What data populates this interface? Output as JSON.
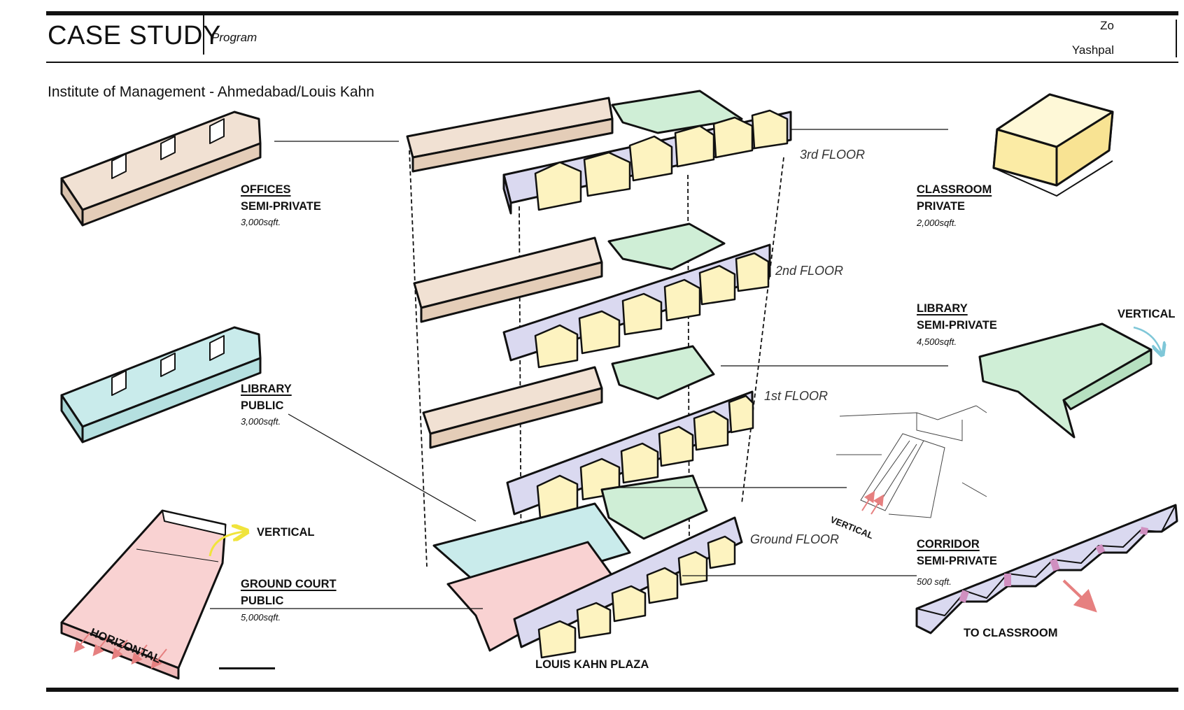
{
  "header": {
    "title": "CASE STUDY",
    "subtitle": "Program",
    "author_first": "Zo",
    "author_last": "Yashpal"
  },
  "project_title": "Institute of Management - Ahmedabad/Louis Kahn",
  "offices": {
    "title": "OFFICES",
    "privacy": "SEMI-PRIVATE",
    "area": "3,000sqft."
  },
  "library_public": {
    "title": "LIBRARY",
    "privacy": "PUBLIC",
    "area": "3,000sqft."
  },
  "ground_court": {
    "title": "GROUND COURT",
    "privacy": "PUBLIC",
    "area": "5,000sqft.",
    "arrow_up": "VERTICAL",
    "arrow_out": "HORIZONTAL"
  },
  "classroom": {
    "title": "CLASSROOM",
    "privacy": "PRIVATE",
    "area": "2,000sqft."
  },
  "library_semi": {
    "title": "LIBRARY",
    "privacy": "SEMI-PRIVATE",
    "area": "4,500sqft.",
    "arrow": "VERTICAL"
  },
  "stair": {
    "label": "VERTICAL"
  },
  "corridor": {
    "title": "CORRIDOR",
    "privacy": "SEMI-PRIVATE",
    "area": "500 sqft.",
    "arrow": "TO CLASSROOM"
  },
  "floors": {
    "third": "3rd FLOOR",
    "second": "2nd  FLOOR",
    "first": "1st  FLOOR",
    "ground": "Ground FLOOR"
  },
  "plaza": "LOUIS KAHN PLAZA",
  "colors": {
    "office": "#f1e1d3",
    "library_public": "#c9ebeb",
    "court": "#f9d2d2",
    "classroom": "#fdf3c0",
    "library_semi": "#cfeed6",
    "corridor": "#dad9f0",
    "corridor_inner": "#f5c9e8",
    "arrow_red": "#e68080",
    "arrow_yellow": "#f0e43c",
    "arrow_blue": "#7fc7d8"
  }
}
